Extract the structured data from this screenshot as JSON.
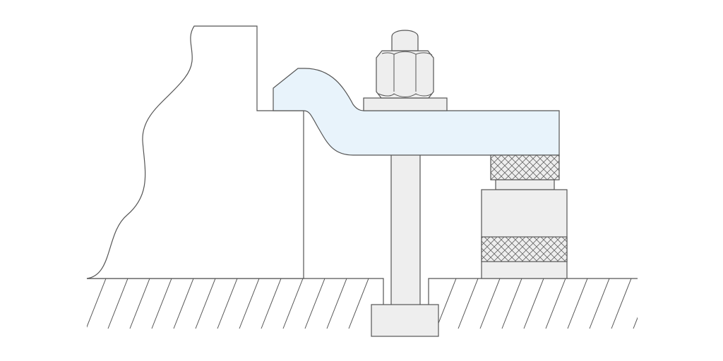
{
  "diagram": {
    "parts": [
      "workpiece",
      "clamp-bar",
      "hex-nut",
      "washer",
      "t-bolt",
      "height-adjuster",
      "table-base"
    ],
    "colors": {
      "stroke": "#555555",
      "metal": "#eeeeee",
      "clamp": "#e8f3fb",
      "background": "#ffffff"
    }
  }
}
